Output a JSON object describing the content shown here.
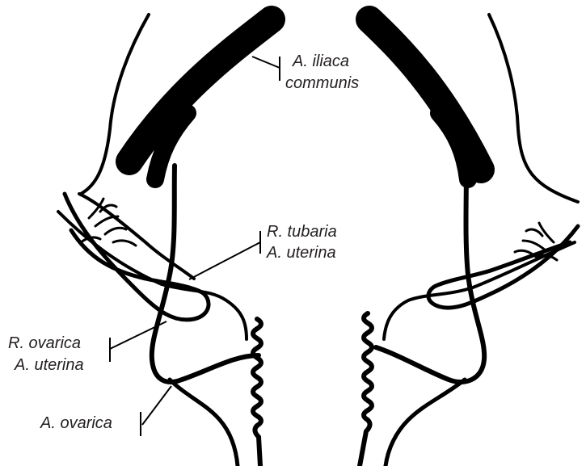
{
  "labels": {
    "iliaca_line1": "A. iliaca",
    "iliaca_line2": "communis",
    "tubaria_line1": "R. tubaria",
    "tubaria_line2": "A. uterina",
    "ovarica_r_line1": "R. ovarica",
    "ovarica_r_line2": "A. uterina",
    "ovarica_a": "A. ovarica"
  },
  "colors": {
    "vessel": "#000000",
    "text": "#231f20",
    "background": "#ffffff"
  }
}
